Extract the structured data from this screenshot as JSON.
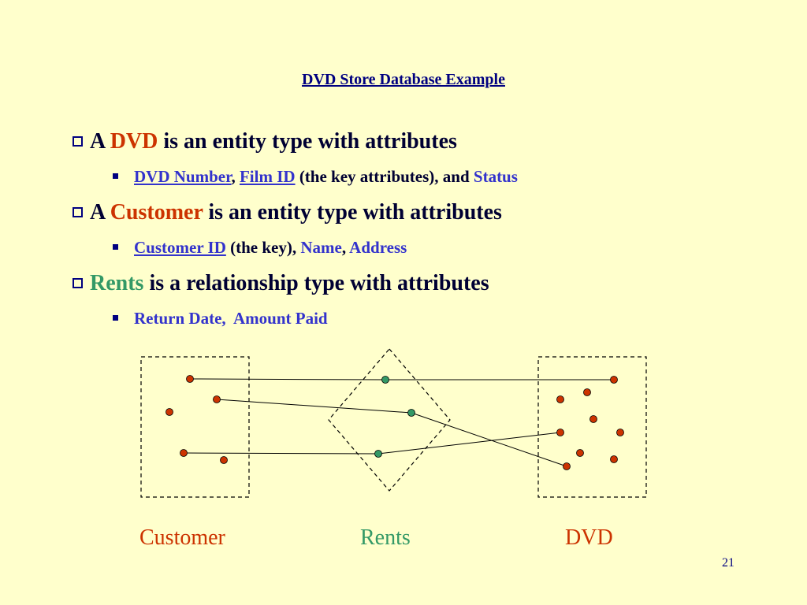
{
  "slide": {
    "title": "DVD Store Database Example",
    "page_number": "21"
  },
  "bullets": [
    {
      "pre": "A ",
      "term": "DVD",
      "rest": " is an entity type with attributes",
      "sub": {
        "a": "DVD Number",
        "sep1": ", ",
        "b": "Film ID",
        "mid": " (the key attributes), and ",
        "c": "Status"
      }
    },
    {
      "pre": "A ",
      "term": "Customer",
      "rest": " is an entity type with attributes",
      "sub": {
        "a": "Customer ID",
        "mid": " (the key), ",
        "b": "Name",
        "sep": ", ",
        "c": "Address"
      }
    },
    {
      "term": "Rents",
      "rest": " is a relationship type with attributes",
      "sub": {
        "a": "Return Date,",
        "b": "  Amount Paid"
      }
    }
  ],
  "diagram": {
    "labels": {
      "customer": "Customer",
      "rents": "Rents",
      "dvd": "DVD"
    },
    "colors": {
      "entity_dot": "#CC3300",
      "relationship_dot": "#339966",
      "customer_label": "#CC3300",
      "rents_label": "#339966",
      "dvd_label": "#CC3300"
    }
  }
}
